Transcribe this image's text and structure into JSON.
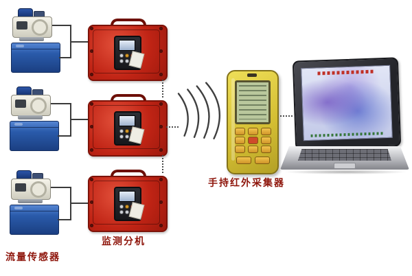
{
  "labels": {
    "flow_sensor": "流量传感器",
    "monitor_unit": "监测分机",
    "handheld_collector": "手持红外采集器"
  },
  "colors": {
    "label_text": "#8e150b",
    "monitor_case_red": "#c02415",
    "junction_box_blue": "#2a5bab",
    "handheld_yellow": "#d9c63b",
    "handheld_lcd_green": "#b9c79c",
    "laptop_screen_blue": "#c6cde9",
    "connector_line": "#3a3a3a"
  }
}
